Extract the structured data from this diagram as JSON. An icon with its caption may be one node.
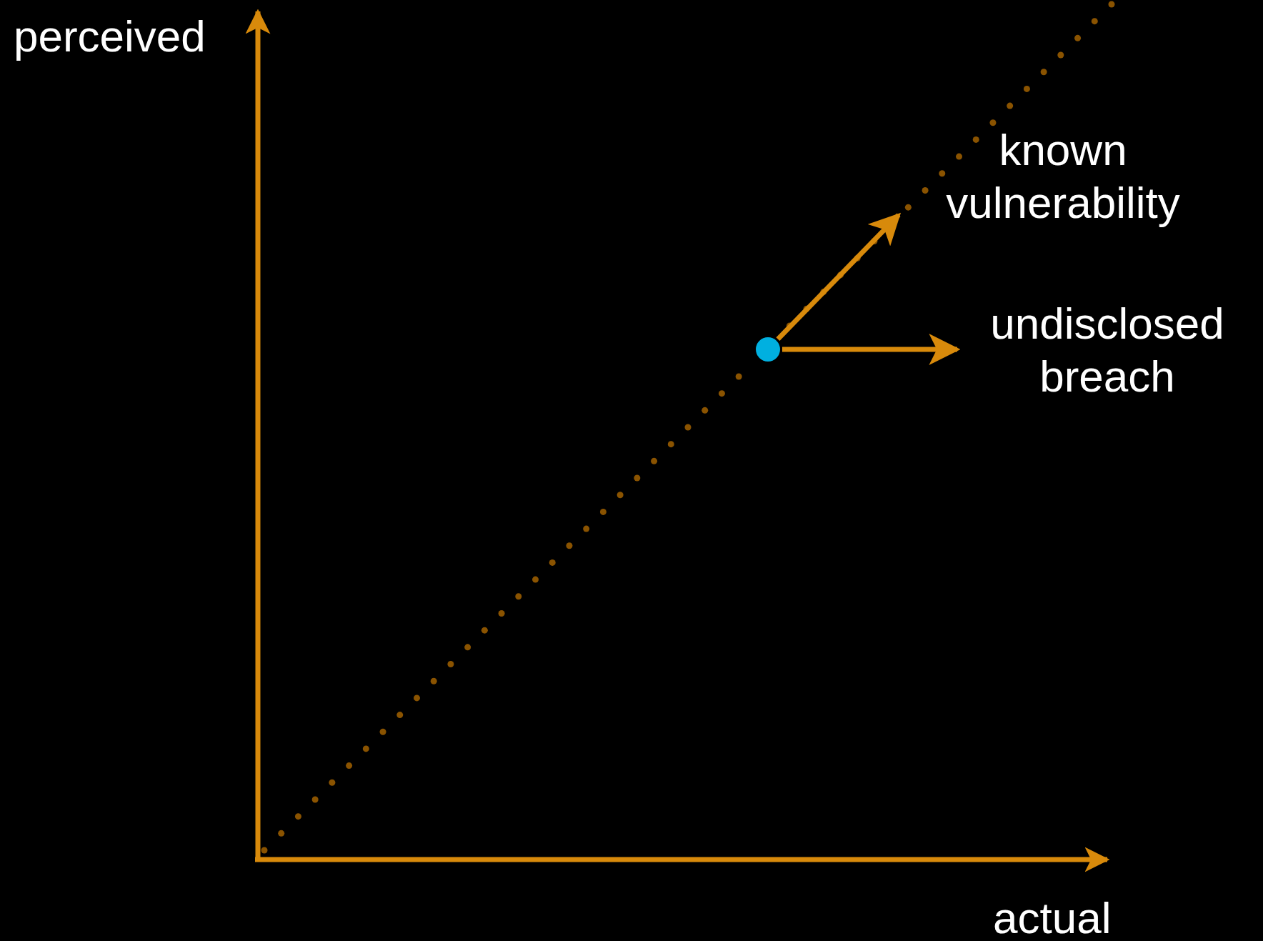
{
  "diagram": {
    "nodes": [
      {
        "text": [],
        "shape": "circle"
      },
      {
        "text": [
          "known vulnerability"
        ]
      },
      {
        "text": [
          "undisclosed breach"
        ]
      }
    ],
    "edges": [
      {
        "from": 0,
        "to": 1,
        "arrow": "to"
      },
      {
        "from": 0,
        "to": 2,
        "arrow": "to"
      }
    ],
    "labels": [
      "perceived",
      "actual"
    ]
  }
}
